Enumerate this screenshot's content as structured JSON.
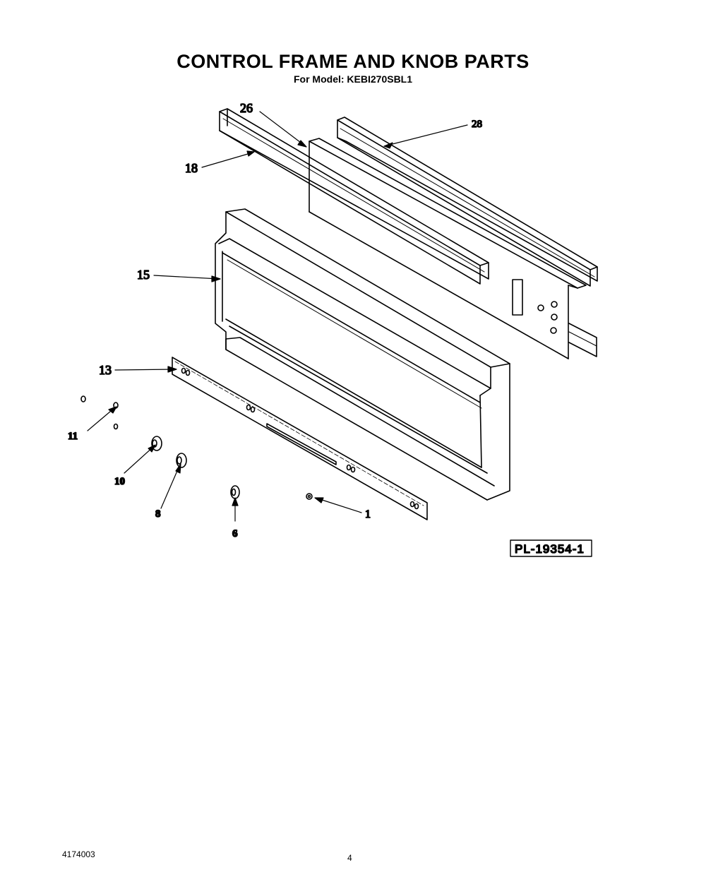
{
  "header": {
    "title": "CONTROL FRAME AND KNOB PARTS",
    "subtitle": "For Model: KEBI270SBL1"
  },
  "callouts": {
    "c26": "26",
    "c28": "28",
    "c18": "18",
    "c15": "15",
    "c13": "13",
    "c11": "11",
    "c10": "10",
    "c8": "8",
    "c6": "6",
    "c1": "1"
  },
  "reference": "PL-19354-1",
  "footer": {
    "doc_number": "4174003",
    "page_number": "4"
  }
}
